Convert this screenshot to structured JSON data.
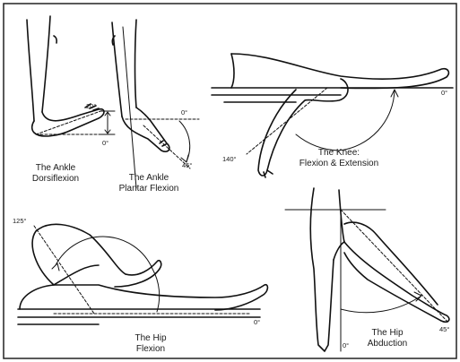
{
  "panels": {
    "ankle_dorsiflexion": {
      "caption_line1": "The Ankle",
      "caption_line2": "Dorsiflexion",
      "angle_top": "20°",
      "angle_zero": "0°"
    },
    "ankle_plantar_flexion": {
      "caption_line1": "The Ankle",
      "caption_line2": "Plantar Flexion",
      "angle_zero": "0°",
      "angle_end": "45°"
    },
    "knee": {
      "caption_line1": "The Knee:",
      "caption_line2": "Flexion & Extension",
      "angle_end": "140°",
      "angle_zero": "0°"
    },
    "hip_flexion": {
      "caption_line1": "The Hip",
      "caption_line2": "Flexion",
      "angle_end": "125°",
      "angle_zero": "0°"
    },
    "hip_abduction": {
      "caption_line1": "The Hip",
      "caption_line2": "Abduction",
      "angle_zero": "0°",
      "angle_end": "45°"
    }
  }
}
